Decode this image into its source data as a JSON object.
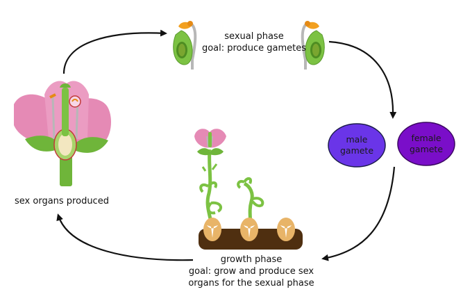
{
  "sexual_phase": {
    "title": "sexual phase",
    "goal": "goal: produce gametes"
  },
  "gametes": {
    "male": {
      "line1": "male",
      "line2": "gamete",
      "color": "#6a35e8"
    },
    "female": {
      "line1": "female",
      "line2": "gamete",
      "color": "#7a0ec9"
    }
  },
  "growth_phase": {
    "title": "growth phase",
    "goal_line1": "goal: grow and produce sex",
    "goal_line2": "organs for the sexual phase"
  },
  "flower": {
    "caption": "sex organs produced"
  },
  "colors": {
    "petal": "#e58ab5",
    "stem": "#7cc243",
    "soil": "#4f2f10",
    "seed": "#e8b468",
    "arrow": "#111111"
  }
}
